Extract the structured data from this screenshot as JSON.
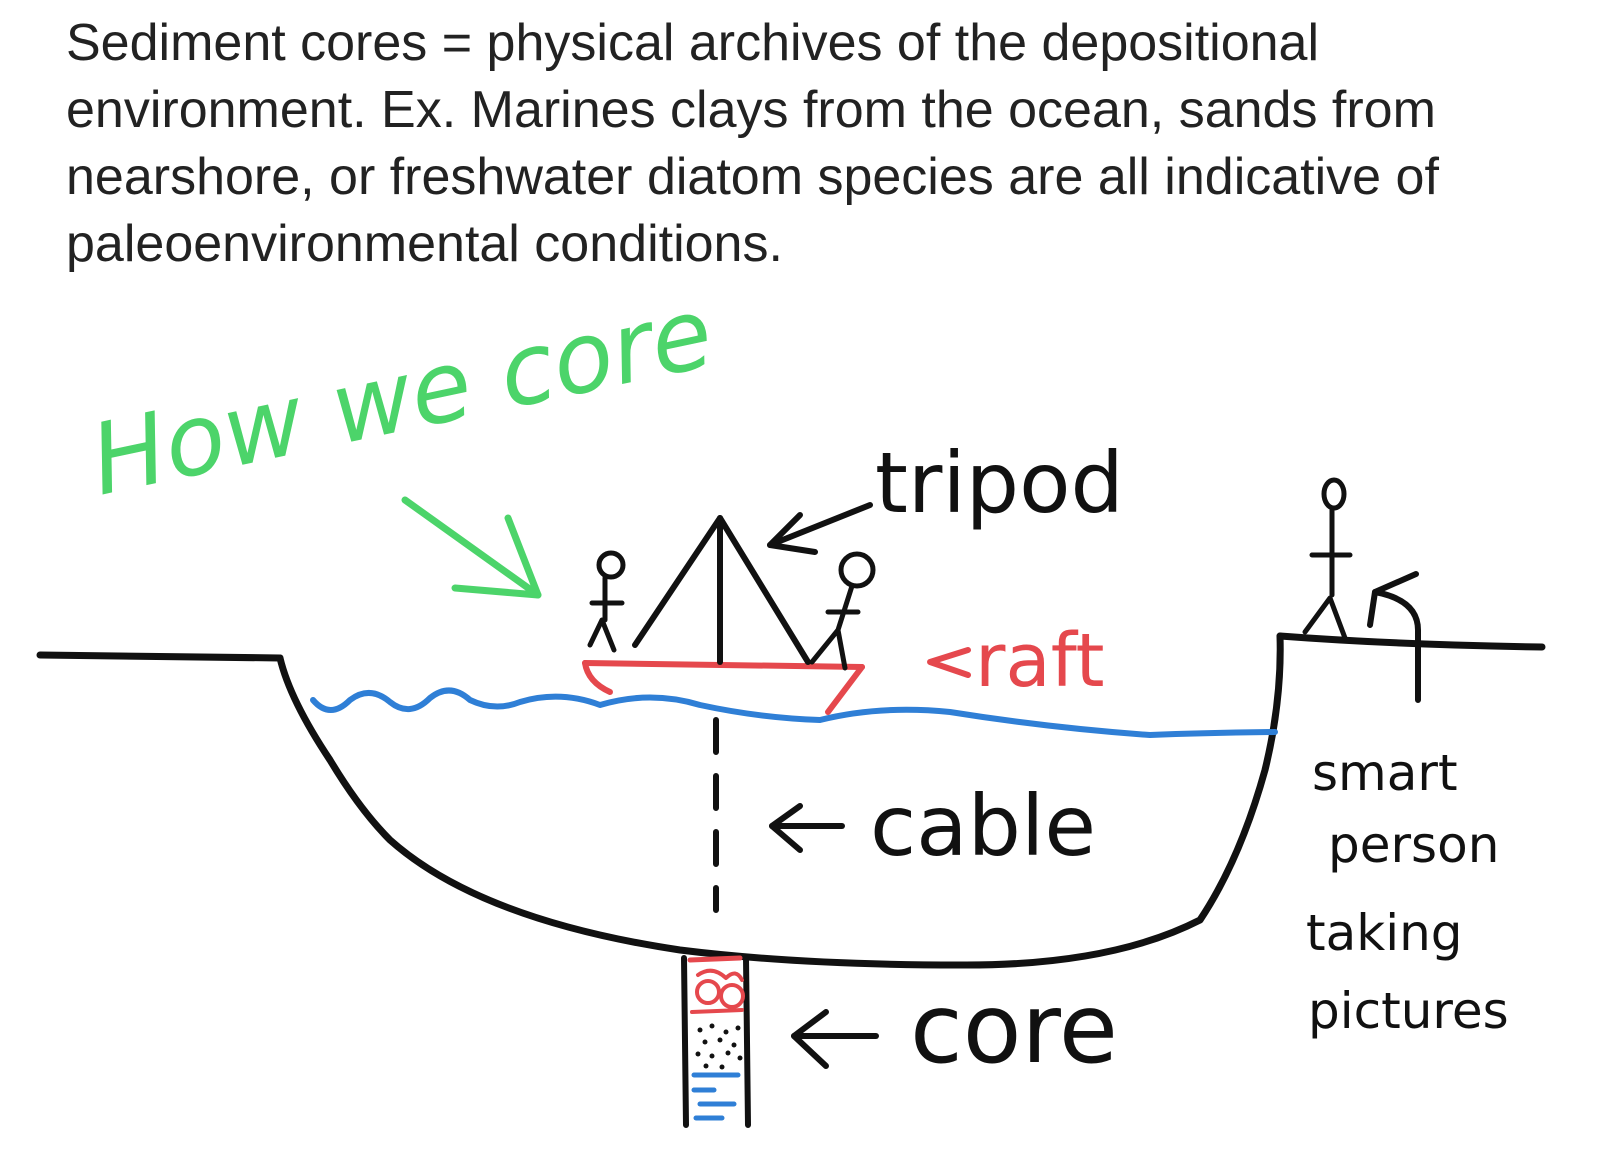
{
  "caption": "Sediment cores = physical archives of the depositional environment. Ex. Marines clays from the ocean, sands from nearshore, or freshwater diatom species are all indicative of paleoenvironmental conditions.",
  "labels": {
    "title": "How we core",
    "tripod": "tripod",
    "raft": "raft",
    "cable": "cable",
    "core": "core",
    "person_line1": "smart",
    "person_line2": "person",
    "person_line3": "taking",
    "person_line4": "pictures"
  },
  "colors": {
    "ink": "#111111",
    "title_green": "#4cd46a",
    "raft_red": "#e5484d",
    "water_blue": "#2f7fd6"
  }
}
